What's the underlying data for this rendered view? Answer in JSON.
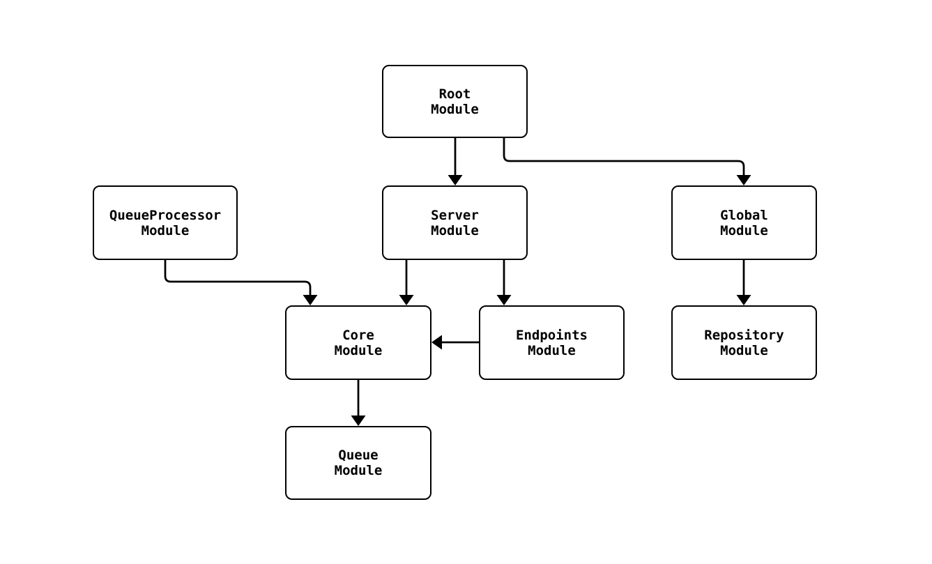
{
  "diagram": {
    "type": "flowchart",
    "direction": "top-down",
    "colors": {
      "background": "#ffffff",
      "node_fill": "#ffffff",
      "node_border": "#000000",
      "edge": "#000000",
      "text": "#000000"
    },
    "nodes": [
      {
        "id": "root",
        "line1": "Root",
        "line2": "Module"
      },
      {
        "id": "queueprocessor",
        "line1": "QueueProcessor",
        "line2": "Module"
      },
      {
        "id": "server",
        "line1": "Server",
        "line2": "Module"
      },
      {
        "id": "global",
        "line1": "Global",
        "line2": "Module"
      },
      {
        "id": "core",
        "line1": "Core",
        "line2": "Module"
      },
      {
        "id": "endpoints",
        "line1": "Endpoints",
        "line2": "Module"
      },
      {
        "id": "repository",
        "line1": "Repository",
        "line2": "Module"
      },
      {
        "id": "queue",
        "line1": "Queue",
        "line2": "Module"
      }
    ],
    "edges": [
      {
        "from": "Root Module",
        "to": "Server Module"
      },
      {
        "from": "Root Module",
        "to": "Global Module"
      },
      {
        "from": "QueueProcessor Module",
        "to": "Core Module"
      },
      {
        "from": "Server Module",
        "to": "Core Module"
      },
      {
        "from": "Server Module",
        "to": "Endpoints Module"
      },
      {
        "from": "Endpoints Module",
        "to": "Core Module"
      },
      {
        "from": "Global Module",
        "to": "Repository Module"
      },
      {
        "from": "Core Module",
        "to": "Queue Module"
      }
    ]
  }
}
